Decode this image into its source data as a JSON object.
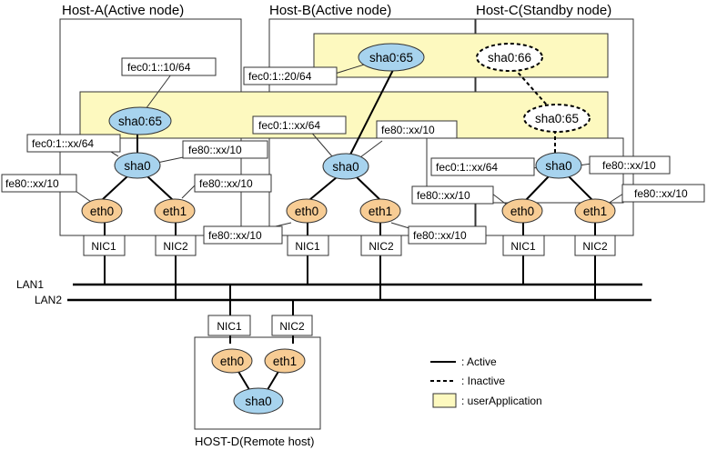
{
  "hosts": {
    "a": {
      "title": "Host-A(Active node)"
    },
    "b": {
      "title": "Host-B(Active node)"
    },
    "c": {
      "title": "Host-C(Standby node)"
    },
    "d": {
      "title": "HOST-D(Remote host)"
    }
  },
  "nodes": {
    "sha0_65": "sha0:65",
    "sha0_66": "sha0:66",
    "sha0": "sha0",
    "eth0": "eth0",
    "eth1": "eth1"
  },
  "nics": {
    "nic1": "NIC1",
    "nic2": "NIC2"
  },
  "lans": {
    "lan1": "LAN1",
    "lan2": "LAN2"
  },
  "addresses": {
    "a_virtual": "fec0:1::10/64",
    "b_virtual": "fec0:1::20/64",
    "site_local": "fec0:1::xx/64",
    "link_local": "fe80::xx/10"
  },
  "legend": {
    "active": ": Active",
    "inactive": ": Inactive",
    "user_application": ": userApplication"
  },
  "colors": {
    "sha_fill": "#a7d3ee",
    "eth_fill": "#f7cc94",
    "userapp_fill": "#fdf9bf",
    "line": "#000000"
  }
}
